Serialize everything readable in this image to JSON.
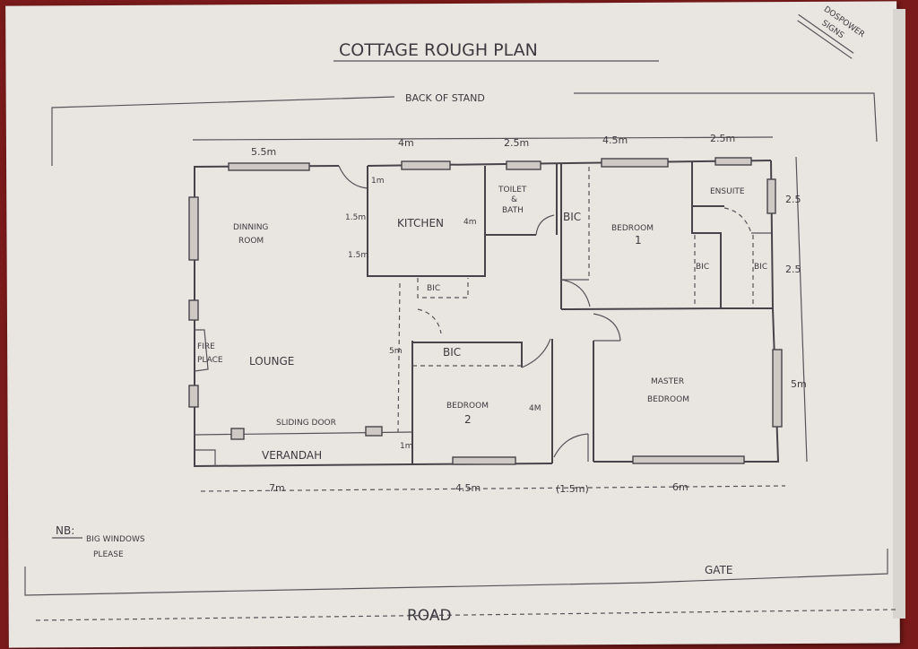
{
  "title": "COTTAGE ROUGH PLAN",
  "stamp": [
    "DOSPOWER",
    "SIGNS"
  ],
  "back_label": "BACK OF STAND",
  "top_dims": [
    "5.5m",
    "4m",
    "2.5m",
    "4.5m",
    "2.5m"
  ],
  "bottom_dims": [
    "7m",
    "4.5m",
    "(1.5m)",
    "6m"
  ],
  "right_dims": [
    "2.5",
    "2.5",
    "5m"
  ],
  "rooms": {
    "dinning": [
      "DINNING",
      "ROOM"
    ],
    "kitchen": "KITCHEN",
    "toilet": [
      "TOILET",
      "&",
      "BATH"
    ],
    "bic_toilet": "BIC",
    "bedroom1": [
      "BEDROOM",
      "1"
    ],
    "ensuite": "ENSUITE",
    "bic_b1": "BIC",
    "bic_ens": "BIC",
    "bic_kitchen": "BIC",
    "bic_b2": "BIC",
    "lounge": "LOUNGE",
    "fireplace": [
      "FIRE",
      "PLACE"
    ],
    "bedroom2": [
      "BEDROOM",
      "2"
    ],
    "master": [
      "MASTER",
      "BEDROOM"
    ],
    "verandah": "VERANDAH",
    "sliding": "SLIDING DOOR"
  },
  "inner_dims": {
    "k1": "1m",
    "k2": "1.5m",
    "k3": "1.5m",
    "k4": "4m",
    "b2_5m": "5m",
    "b2_4m": "4M",
    "b2_1m": "1m"
  },
  "note": {
    "nb": "NB:",
    "line1": "BIG WINDOWS",
    "line2": "PLEASE"
  },
  "gate": "GATE",
  "road": "ROAD"
}
